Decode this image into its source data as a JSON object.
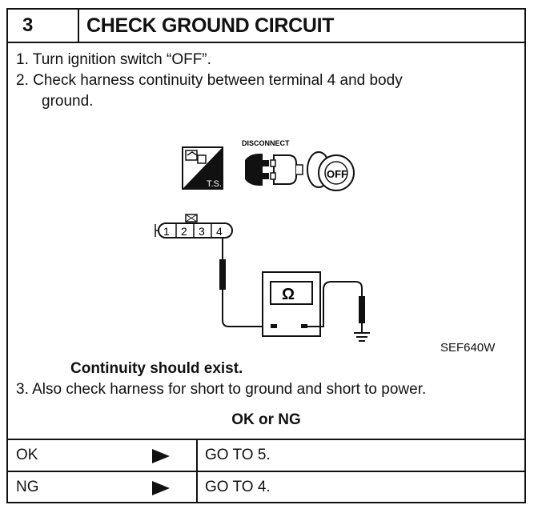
{
  "header": {
    "step": "3",
    "title": "CHECK GROUND CIRCUIT"
  },
  "instructions": [
    {
      "num": "1.",
      "text": "Turn ignition switch “OFF”."
    },
    {
      "num": "2.",
      "text": "Check harness continuity between terminal 4 and body",
      "cont": "ground."
    }
  ],
  "icons": {
    "ts_label": "T.S.",
    "disconnect_label": "DISCONNECT",
    "ignition_label": "OFF",
    "names": [
      "tech-service-icon",
      "disconnect-connector-icon",
      "ignition-off-icon"
    ]
  },
  "connector": {
    "terminals": [
      "1",
      "2",
      "3",
      "4"
    ]
  },
  "meter": {
    "symbol": "Ω"
  },
  "figure_id": "SEF640W",
  "note": "Continuity should exist.",
  "step3": {
    "num": "3.",
    "text": "Also check harness for short to ground and short to power."
  },
  "result_header": "OK or NG",
  "results": [
    {
      "label": "OK",
      "action": "GO TO 5."
    },
    {
      "label": "NG",
      "action": "GO TO 4."
    }
  ]
}
